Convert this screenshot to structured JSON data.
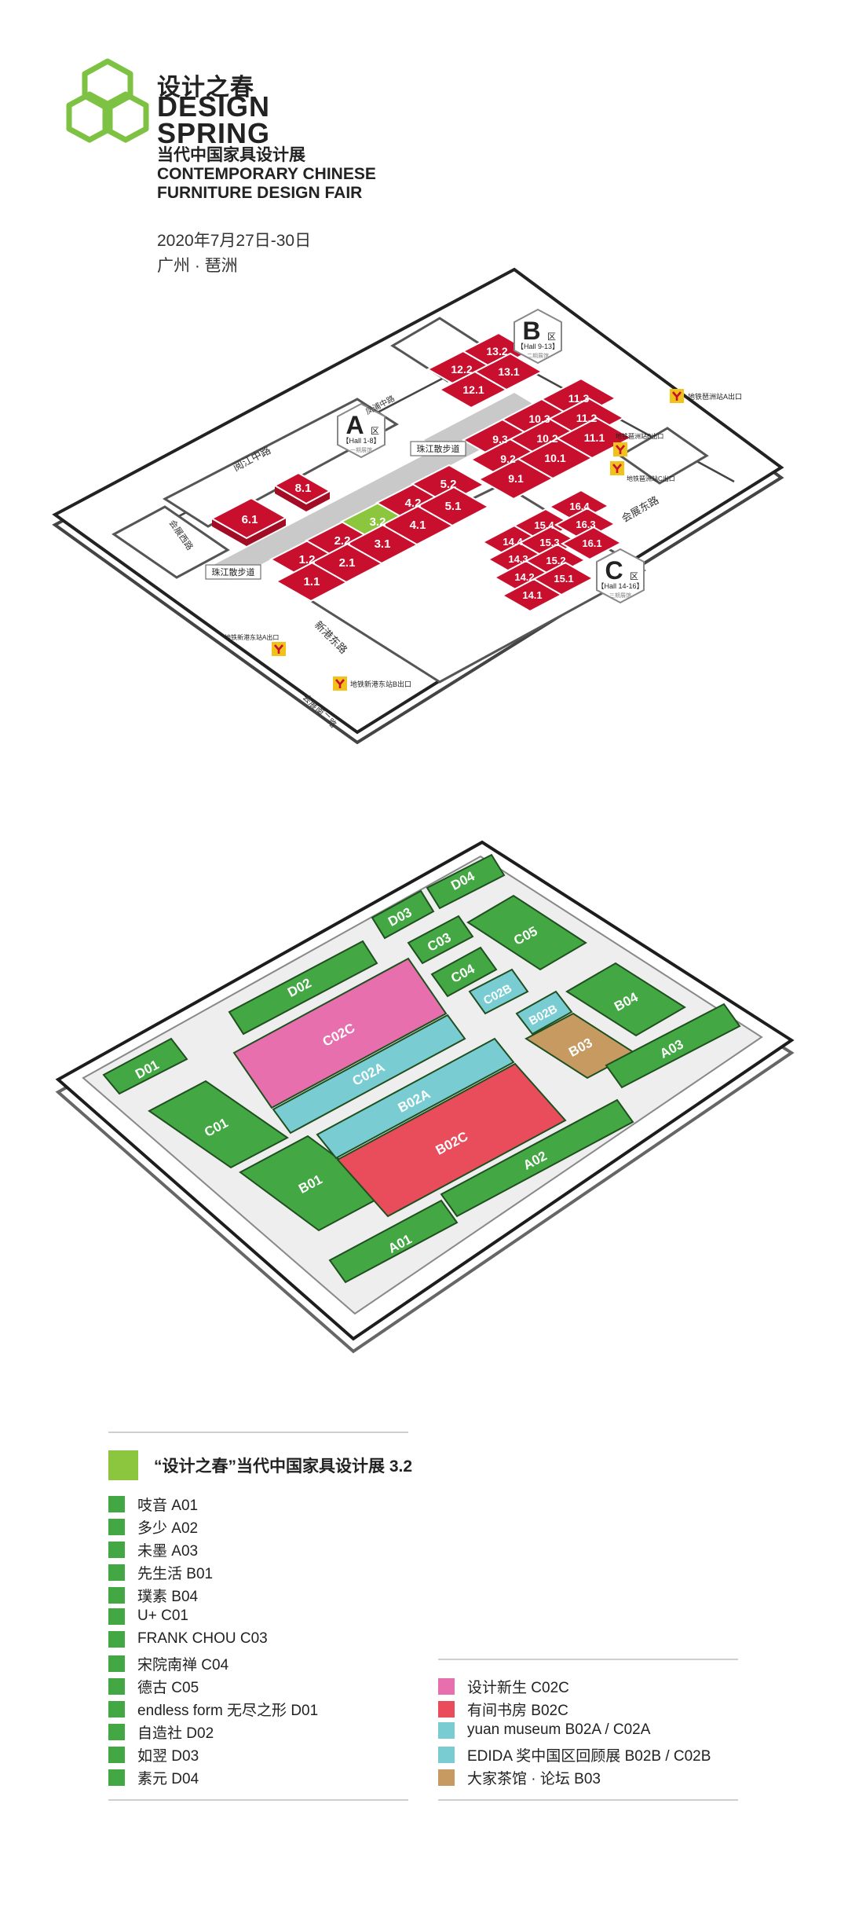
{
  "header": {
    "brand_cn": "设计之春",
    "brand_en_1": "DESIGN",
    "brand_en_2": "SPRING",
    "fair_cn": "当代中国家具设计展",
    "fair_en_1": "CONTEMPORARY CHINESE",
    "fair_en_2": "FURNITURE DESIGN FAIR",
    "date": "2020年7月27日-30日",
    "location": "广州 · 琶洲"
  },
  "colors": {
    "brand_green": "#7dc242",
    "hall_red": "#c8102e",
    "highlight_green": "#8cc63f",
    "booth_green": "#43a843",
    "pink": "#e86fae",
    "red": "#e94c5b",
    "cyan": "#79cdd2",
    "tan": "#c79a62"
  },
  "venue_map": {
    "zones": {
      "A": {
        "letter": "A",
        "suffix": "区",
        "halls": "【Hall 1-8】",
        "sub": "一期展馆"
      },
      "B": {
        "letter": "B",
        "suffix": "区",
        "halls": "【Hall 9-13】",
        "sub": "二期展馆"
      },
      "C": {
        "letter": "C",
        "suffix": "区",
        "halls": "【Hall 14-16】",
        "sub": "三期展馆"
      }
    },
    "halls": [
      "6.1",
      "8.1",
      "1.2",
      "2.2",
      "3.2",
      "4.2",
      "5.2",
      "1.1",
      "2.1",
      "3.1",
      "4.1",
      "5.1",
      "12.2",
      "13.2",
      "12.1",
      "13.1",
      "9.3",
      "10.3",
      "11.3",
      "9.2",
      "10.2",
      "11.2",
      "9.1",
      "10.1",
      "11.1",
      "14.4",
      "15.4",
      "16.4",
      "14.3",
      "15.3",
      "16.3",
      "14.2",
      "15.2",
      "14.1",
      "15.1",
      "16.1"
    ],
    "walkway_labels": [
      "珠江散步道",
      "珠江散步道"
    ],
    "roads": [
      "阅江中路",
      "新港东路",
      "凤浦中路",
      "会展东路",
      "会展西路",
      "会展南二路"
    ],
    "metro_exits": [
      "地铁琶洲站A出口",
      "地铁琶洲站B出口",
      "地铁琶洲站C出口",
      "地铁新港东站A出口",
      "地铁新港东站B出口"
    ],
    "metro_icon": "Y"
  },
  "floor_plan": {
    "booths": [
      "D01",
      "D02",
      "D03",
      "D04",
      "C01",
      "C02C",
      "C02A",
      "C03",
      "C04",
      "C02B",
      "C05",
      "B01",
      "B02A",
      "B02C",
      "B02B",
      "B03",
      "B04",
      "A01",
      "A02",
      "A03"
    ]
  },
  "legend": {
    "main": "“设计之春”当代中国家具设计展 3.2",
    "left_items": [
      "吱音 A01",
      "多少 A02",
      "未墨 A03",
      "先生活 B01",
      "璞素 B04",
      "U+ C01",
      "FRANK CHOU C03",
      "宋院南禅 C04",
      "德古 C05",
      "endless form 无尽之形 D01",
      "自造社 D02",
      "如翌 D03",
      "素元 D04"
    ],
    "right_items": [
      {
        "label": "设计新生 C02C",
        "color": "#e86fae"
      },
      {
        "label": "有间书房 B02C",
        "color": "#e94c5b"
      },
      {
        "label": "yuan museum B02A / C02A",
        "color": "#79cdd2"
      },
      {
        "label": "EDIDA 奖中国区回顾展 B02B / C02B",
        "color": "#79cdd2"
      },
      {
        "label": "大家茶馆 · 论坛 B03",
        "color": "#c79a62"
      }
    ]
  }
}
